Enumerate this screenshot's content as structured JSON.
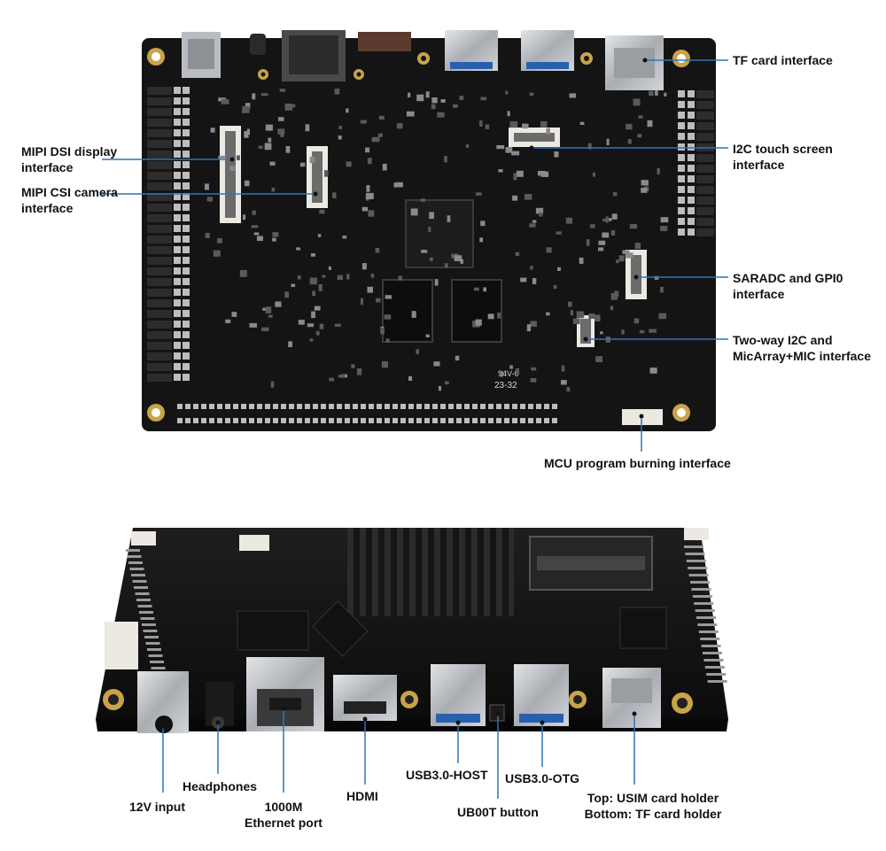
{
  "top_view_labels": {
    "tf_card": "TF card interface",
    "mipi_dsi_line1": "MIPI DSI display",
    "mipi_dsi_line2": "interface",
    "mipi_csi_line1": "MIPI CSI camera",
    "mipi_csi_line2": "interface",
    "i2c_touch_line1": "I2C touch screen",
    "i2c_touch_line2": "interface",
    "saradc_line1": "SARADC and GPI0",
    "saradc_line2": "interface",
    "twoway_line1": "Two-way I2C and",
    "twoway_line2": "MicArray+MIC interface",
    "mcu": "MCU program burning interface"
  },
  "top_view_markings": {
    "ul_mark": "94V-0",
    "date_code": "23-32"
  },
  "side_view_labels": {
    "power": "12V input",
    "headphones": "Headphones",
    "ethernet_line1": "1000M",
    "ethernet_line2": "Ethernet port",
    "hdmi": "HDMI",
    "usb_host": "USB3.0-HOST",
    "boot_button": "UB00T button",
    "usb_otg": "USB3.0-OTG",
    "card_line1": "Top: USIM card holder",
    "card_line2": "Bottom: TF card holder"
  },
  "colors": {
    "pcb": "#141414",
    "pcb_trace": "#222222",
    "silk": "#d8d8d8",
    "gold": "#c9a34a",
    "leader": "#2f74b5",
    "metal": "#b9bcc0",
    "usb_blue": "#2a5fb0",
    "connector_white": "#ece9e2"
  },
  "icons": [
    "pcb-board-photo",
    "leader-line"
  ]
}
